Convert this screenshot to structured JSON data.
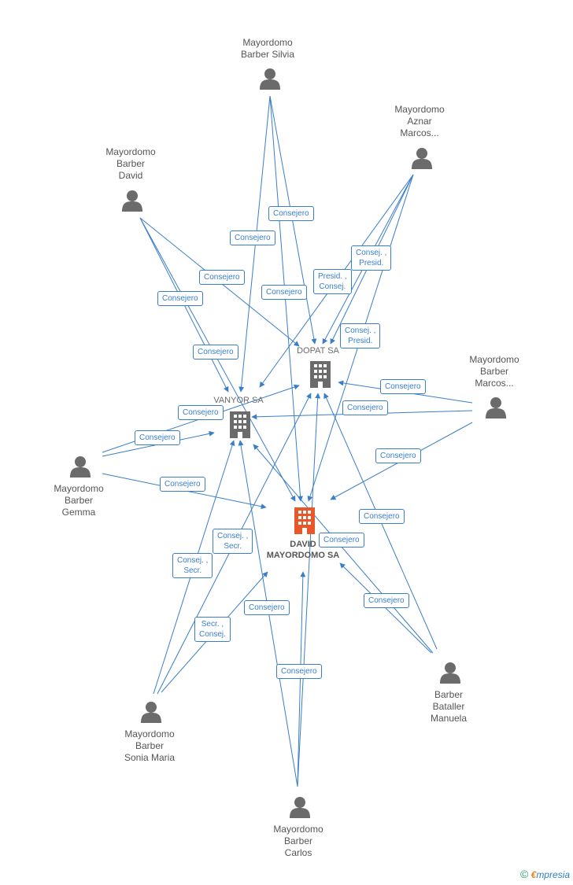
{
  "colors": {
    "edge": "#3a7ec8",
    "person": "#6b6b6b",
    "company": "#6b6b6b",
    "main_company": "#e8562a"
  },
  "persons": [
    {
      "id": "silvia",
      "name": "Mayordomo\nBarber Silvia"
    },
    {
      "id": "aznar",
      "name": "Mayordomo\nAznar\nMarcos..."
    },
    {
      "id": "david",
      "name": "Mayordomo\nBarber\nDavid"
    },
    {
      "id": "marcos",
      "name": "Mayordomo\nBarber\nMarcos..."
    },
    {
      "id": "gemma",
      "name": "Mayordomo\nBarber\nGemma"
    },
    {
      "id": "manuela",
      "name": "Barber\nBataller\nManuela"
    },
    {
      "id": "sonia",
      "name": "Mayordomo\nBarber\nSonia Maria"
    },
    {
      "id": "carlos",
      "name": "Mayordomo\nBarber\nCarlos"
    }
  ],
  "companies": [
    {
      "id": "dopat",
      "name": "DOPAT SA",
      "main": false
    },
    {
      "id": "vanyor",
      "name": "VANYOR SA",
      "main": false
    },
    {
      "id": "davidsa",
      "name": "DAVID\nMAYORDOMO SA",
      "main": true
    }
  ],
  "edge_labels": [
    "Consejero",
    "Consejero",
    "Consej. ,\nPresid.",
    "Presid. ,\nConsej.",
    "Consejero",
    "Consejero",
    "Consejero",
    "Consej. ,\nPresid.",
    "Consejero",
    "Consejero",
    "Consejero",
    "Consejero",
    "Consejero",
    "Consejero",
    "Consejero",
    "Consej. ,\nSecr.",
    "Consej. ,\nSecr.",
    "Consejero",
    "Consejero",
    "Consejero",
    "Secr. ,\nConsej.",
    "Consejero",
    "Consejero"
  ],
  "brand": {
    "copyright": "©",
    "e": "€",
    "rest": "mpresia"
  }
}
